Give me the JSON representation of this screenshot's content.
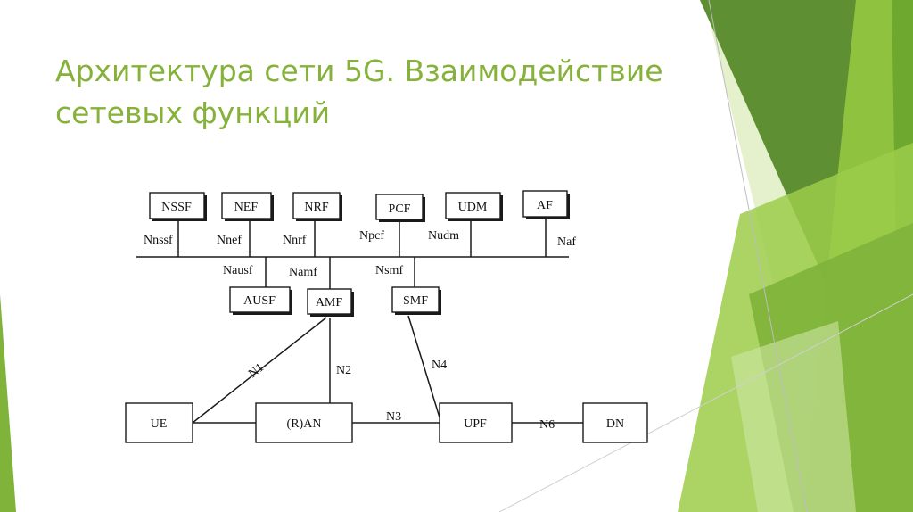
{
  "slide": {
    "title_line1": "Архитектура сети 5G. Взаимодействие",
    "title_line2": "сетевых функций"
  },
  "colors": {
    "title": "#86b23b",
    "accent_dark": "#5f8f33",
    "accent_mid": "#7fb33a",
    "accent_light": "#9ccc4a",
    "accent_pale": "#cde6a3"
  },
  "diagram": {
    "nodes": {
      "nssf": "NSSF",
      "nef": "NEF",
      "nrf": "NRF",
      "pcf": "PCF",
      "udm": "UDM",
      "af": "AF",
      "ausf": "AUSF",
      "amf": "AMF",
      "smf": "SMF",
      "ue": "UE",
      "ran": "(R)AN",
      "upf": "UPF",
      "dn": "DN"
    },
    "interfaces": {
      "nnssf": "Nnssf",
      "nnef": "Nnef",
      "nnrf": "Nnrf",
      "npcf": "Npcf",
      "nudm": "Nudm",
      "naf": "Naf",
      "nausf": "Nausf",
      "namf": "Namf",
      "nsmf": "Nsmf",
      "n1": "N1",
      "n2": "N2",
      "n3": "N3",
      "n4": "N4",
      "n6": "N6"
    }
  }
}
